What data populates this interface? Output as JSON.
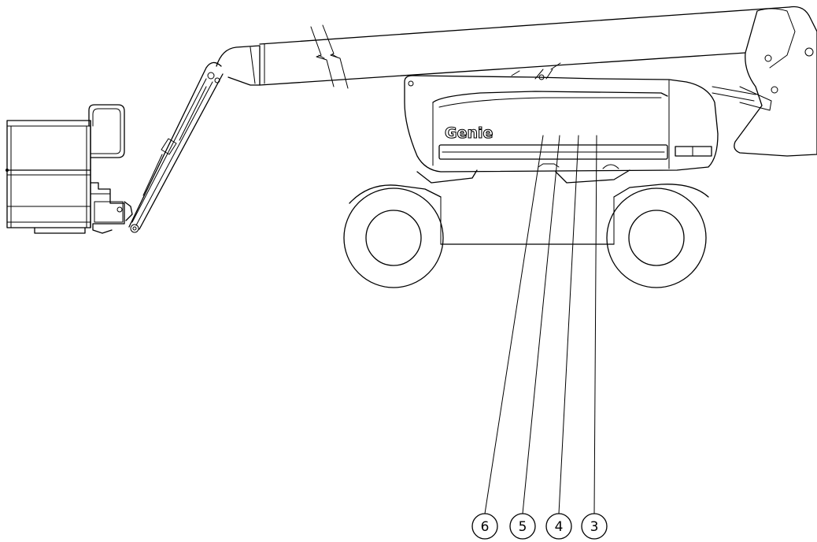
{
  "logo": {
    "text": "Genie"
  },
  "callouts": [
    {
      "id": "6",
      "label": "6"
    },
    {
      "id": "5",
      "label": "5"
    },
    {
      "id": "4",
      "label": "4"
    },
    {
      "id": "3",
      "label": "3"
    }
  ]
}
